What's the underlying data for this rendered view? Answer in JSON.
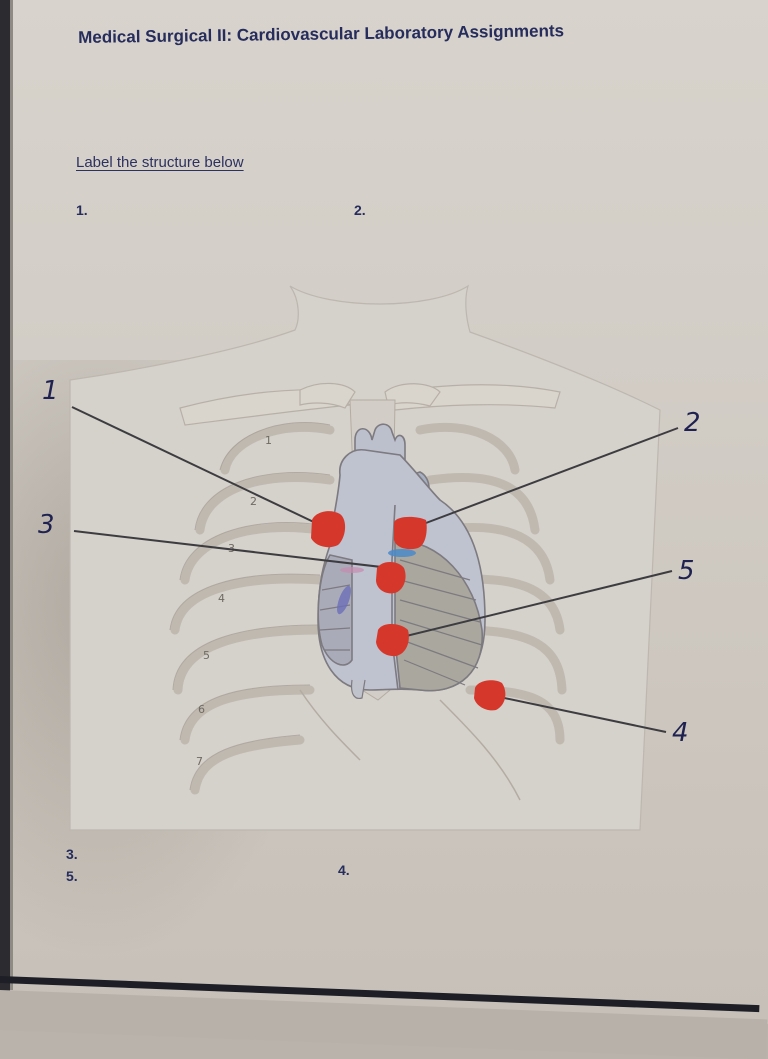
{
  "document": {
    "title": "Medical Surgical II: Cardiovascular Laboratory Assignments",
    "instruction": "Label the structure below",
    "answer_blanks": [
      {
        "number": "1.",
        "value": ""
      },
      {
        "number": "2.",
        "value": ""
      },
      {
        "number": "3.",
        "value": ""
      },
      {
        "number": "4.",
        "value": ""
      },
      {
        "number": "5.",
        "value": ""
      }
    ]
  },
  "diagram": {
    "subject": "heart within rib cage (anterior chest)",
    "rib_numbers": [
      "1",
      "2",
      "3",
      "4",
      "5",
      "6",
      "7"
    ],
    "handwritten_labels": [
      {
        "label": "1",
        "marker_color": "#d6372b"
      },
      {
        "label": "2",
        "marker_color": "#d6372b"
      },
      {
        "label": "3",
        "marker_color": "#d6372b"
      },
      {
        "label": "4",
        "marker_color": "#d6372b"
      },
      {
        "label": "5",
        "marker_color": "#d6372b"
      }
    ],
    "colors": {
      "marker": "#d6372b",
      "heart_fill": "#b9bccb",
      "ventricle_fill": "#a9a69f",
      "leader_line": "#3d3c40",
      "ink": "#1f2250"
    }
  }
}
